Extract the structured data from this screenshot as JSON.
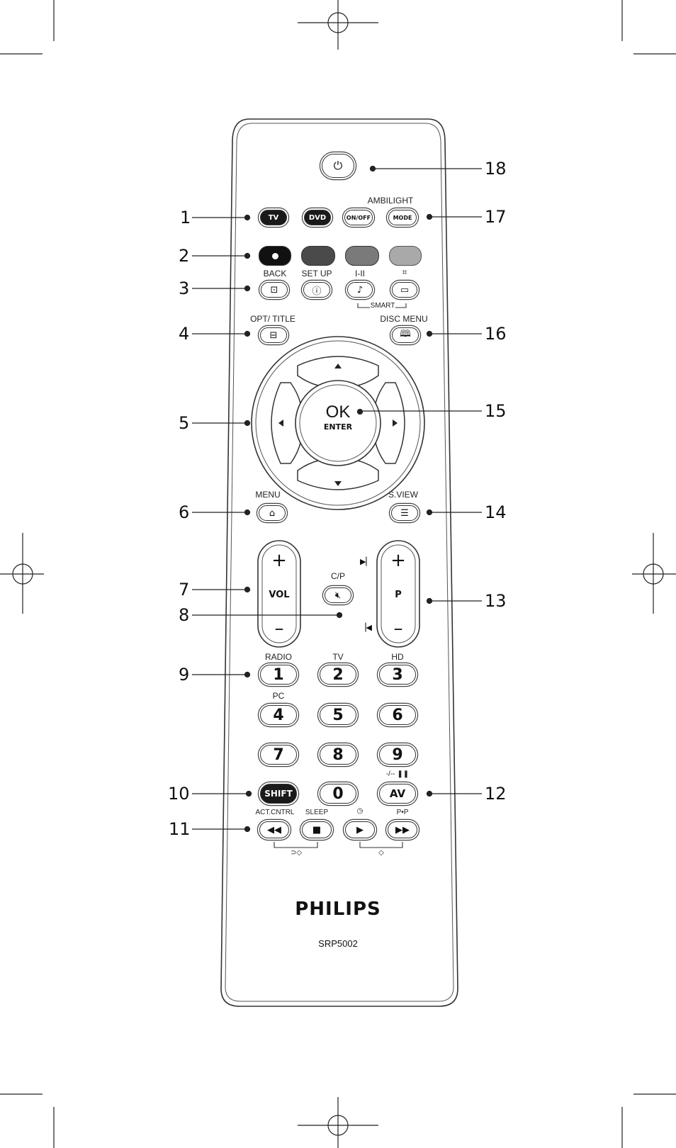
{
  "callouts": [
    "1",
    "2",
    "3",
    "4",
    "5",
    "6",
    "7",
    "8",
    "9",
    "10",
    "11",
    "12",
    "13",
    "14",
    "15",
    "16",
    "17",
    "18"
  ],
  "labels": {
    "ambilight": "AMBILIGHT",
    "back": "BACK",
    "setup": "SET UP",
    "i_ii": "I-II",
    "smart": "SMART",
    "opt_title": "OPT/ TITLE",
    "disc_menu": "DISC MENU",
    "menu": "MENU",
    "sview": "S.VIEW",
    "cp": "C/P",
    "radio": "RADIO",
    "tv_lbl": "TV",
    "hd": "HD",
    "pc": "PC",
    "dash_pause": "-/-- ❚❚",
    "act_cntrl": "ACT.CNTRL",
    "sleep": "SLEEP",
    "pip": "P•P"
  },
  "buttons": {
    "tv": "TV",
    "dvd": "DVD",
    "onoff": "ON/OFF",
    "mode": "MODE",
    "ok": "OK",
    "enter": "ENTER",
    "vol": "VOL",
    "plus": "+",
    "minus": "–",
    "p": "P",
    "digits": [
      "1",
      "2",
      "3",
      "4",
      "5",
      "6",
      "7",
      "8",
      "9",
      "0"
    ],
    "shift": "SHIFT",
    "av": "AV"
  },
  "brand": "PHILIPS",
  "model": "SRP5002",
  "colors": {
    "color_keys": [
      "#111111",
      "#4a4a4a",
      "#7a7a7a",
      "#a9a9a9"
    ]
  }
}
